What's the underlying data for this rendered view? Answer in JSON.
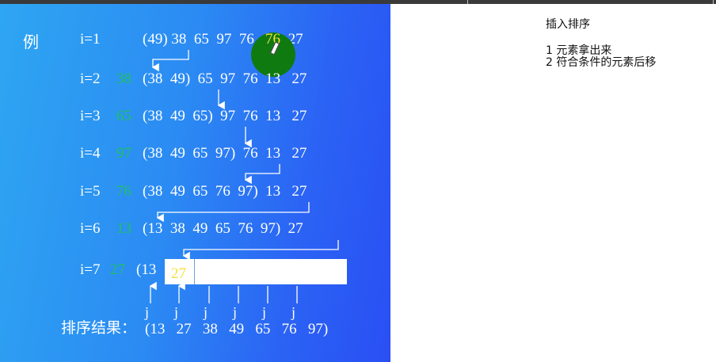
{
  "slide": {
    "example_label": "例",
    "rows": [
      {
        "label": "i=1",
        "key": "",
        "seq": "(49) 38  65  97  76  13   27"
      },
      {
        "label": "i=2",
        "key": "38",
        "seq": "(38  49)  65  97  76  13   27"
      },
      {
        "label": "i=3",
        "key": "65",
        "seq": "(38  49  65)  97  76  13   27"
      },
      {
        "label": "i=4",
        "key": "97",
        "seq": "(38  49  65  97)  76  13   27"
      },
      {
        "label": "i=5",
        "key": "76",
        "seq": "(38  49  65  76  97)  13   27"
      },
      {
        "label": "i=6",
        "key": "13",
        "seq": "(13  38  49  65  76  97)  27"
      },
      {
        "label": "i=7",
        "key": "27",
        "seq": "(13"
      }
    ],
    "highlight_value": "27",
    "j_labels": [
      "j",
      "j",
      "j",
      "j",
      "j",
      "j"
    ],
    "result_label": "排序结果：",
    "result_seq": "(13   27   38   49   65   76   97)"
  },
  "notes": {
    "title": "插入排序",
    "items": [
      "1 元素拿出来",
      "2 符合条件的元素后移"
    ]
  },
  "colors": {
    "key_green": "#20c060",
    "highlight_yellow": "#f5e03a",
    "slide_blue": "#2b8af3"
  }
}
